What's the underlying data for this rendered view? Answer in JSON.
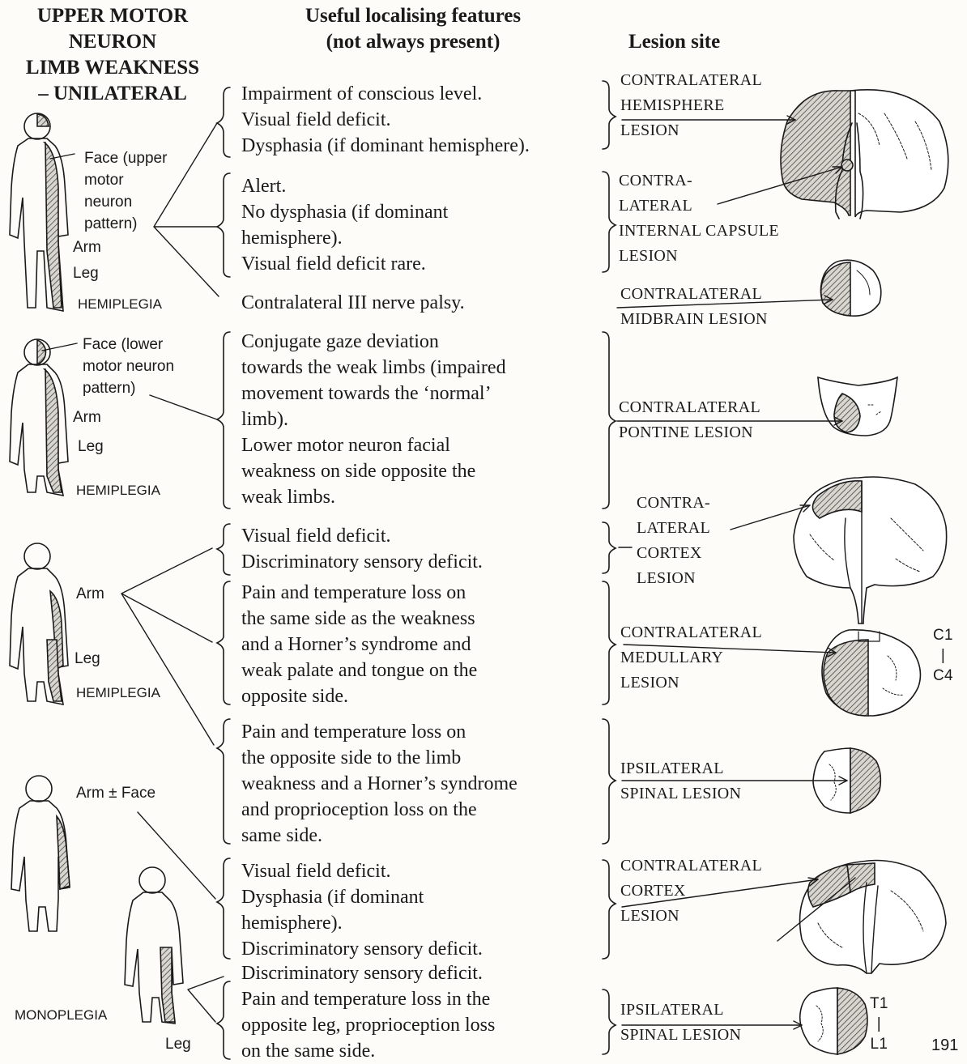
{
  "header": {
    "title_lines": [
      "UPPER MOTOR",
      "NEURON",
      "LIMB WEAKNESS",
      "– UNILATERAL"
    ],
    "col2_line1": "Useful localising features",
    "col2_line2": "(not always present)",
    "col3": "Lesion site"
  },
  "figures": {
    "fig1": {
      "face": [
        "Face (upper",
        "motor",
        "neuron",
        "pattern)"
      ],
      "arm": "Arm",
      "leg": "Leg",
      "caption": "HEMIPLEGIA"
    },
    "fig2": {
      "face": [
        "Face (lower",
        "motor neuron",
        "pattern)"
      ],
      "arm": "Arm",
      "leg": "Leg",
      "caption": "HEMIPLEGIA"
    },
    "fig3": {
      "arm": "Arm",
      "leg": "Leg",
      "caption": "HEMIPLEGIA"
    },
    "fig4": {
      "arm": "Arm ± Face"
    },
    "fig5": {
      "caption": "MONOPLEGIA",
      "leg": "Leg"
    }
  },
  "features": {
    "f1": [
      "Impairment of conscious level.",
      "Visual field deficit.",
      "Dysphasia (if dominant hemisphere)."
    ],
    "f2": [
      "Alert.",
      "No dysphasia (if dominant",
      "hemisphere).",
      "Visual field deficit rare."
    ],
    "f3": "Contralateral III nerve palsy.",
    "f4": [
      "Conjugate gaze deviation",
      "towards the weak limbs (impaired",
      "movement towards the ‘normal’",
      "limb).",
      "Lower motor neuron facial",
      "weakness on side opposite the",
      "weak limbs."
    ],
    "f5": [
      "Visual field deficit.",
      "Discriminatory sensory deficit."
    ],
    "f6": [
      "Pain and temperature loss on",
      "the same side as the weakness",
      "and a Horner’s syndrome and",
      "weak palate and tongue on the",
      "opposite side."
    ],
    "f7": [
      "Pain and temperature loss on",
      "the opposite side to the limb",
      "weakness and a Horner’s syndrome",
      "and proprioception loss on the",
      "same side."
    ],
    "f8": [
      "Visual field deficit.",
      "Dysphasia (if dominant",
      "hemisphere).",
      "Discriminatory sensory deficit."
    ],
    "f9": "Discriminatory sensory deficit.",
    "f10": [
      "Pain and temperature loss in the",
      "opposite leg, proprioception loss",
      "on the same side."
    ]
  },
  "sites": {
    "s1": [
      "CONTRALATERAL",
      "HEMISPHERE",
      "LESION"
    ],
    "s2": [
      "CONTRA-",
      "LATERAL",
      "INTERNAL CAPSULE",
      "LESION"
    ],
    "s3": [
      "CONTRALATERAL",
      "MIDBRAIN LESION"
    ],
    "s4": [
      "CONTRALATERAL",
      "PONTINE LESION"
    ],
    "s5": [
      "CONTRA-",
      "LATERAL",
      "CORTEX",
      "LESION"
    ],
    "s6": [
      "CONTRALATERAL",
      "MEDULLARY",
      "LESION"
    ],
    "s6_levels": [
      "C1",
      "|",
      "C4"
    ],
    "s7": [
      "IPSILATERAL",
      "SPINAL LESION"
    ],
    "s8": [
      "CONTRALATERAL",
      "CORTEX",
      "LESION"
    ],
    "s9": [
      "IPSILATERAL",
      "SPINAL LESION"
    ],
    "s9_levels": [
      "T1",
      "|",
      "L1"
    ]
  },
  "page_number": "191",
  "colors": {
    "ink": "#1a1a1a",
    "hatch": "#555555",
    "paper": "#fdfcf8"
  }
}
